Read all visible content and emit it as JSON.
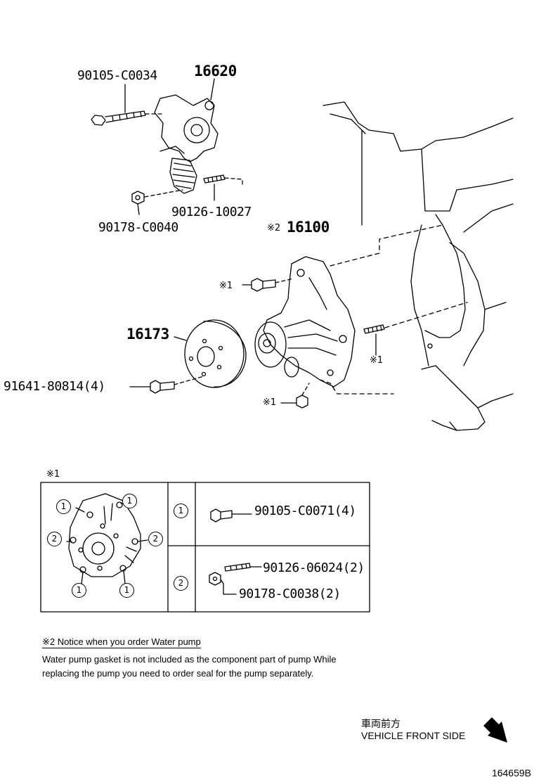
{
  "upper_parts": {
    "tensioner": "16620",
    "tensioner_bolt": "90105-C0034",
    "tensioner_stud": "90126-10027",
    "tensioner_nut": "90178-C0040",
    "water_pump_mark": "※2",
    "water_pump": "16100",
    "pulley": "16173",
    "pulley_bolt": "91641-80814(4)",
    "ref_mark_1": "※1"
  },
  "detail_table": {
    "title_mark": "※1",
    "rows": [
      {
        "key": "1",
        "parts": [
          "90105-C0071(4)"
        ]
      },
      {
        "key": "2",
        "parts": [
          "90126-06024(2)",
          "90178-C0038(2)"
        ]
      }
    ]
  },
  "notice": {
    "title": "※2 Notice when you order Water pump",
    "line1": "Water pump gasket is not included as the component part of pump While",
    "line2": "replacing the pump you need to order seal for the pump separately."
  },
  "direction": {
    "japanese": "車両前方",
    "english": "VEHICLE FRONT SIDE"
  },
  "diagram_code": "164659B"
}
